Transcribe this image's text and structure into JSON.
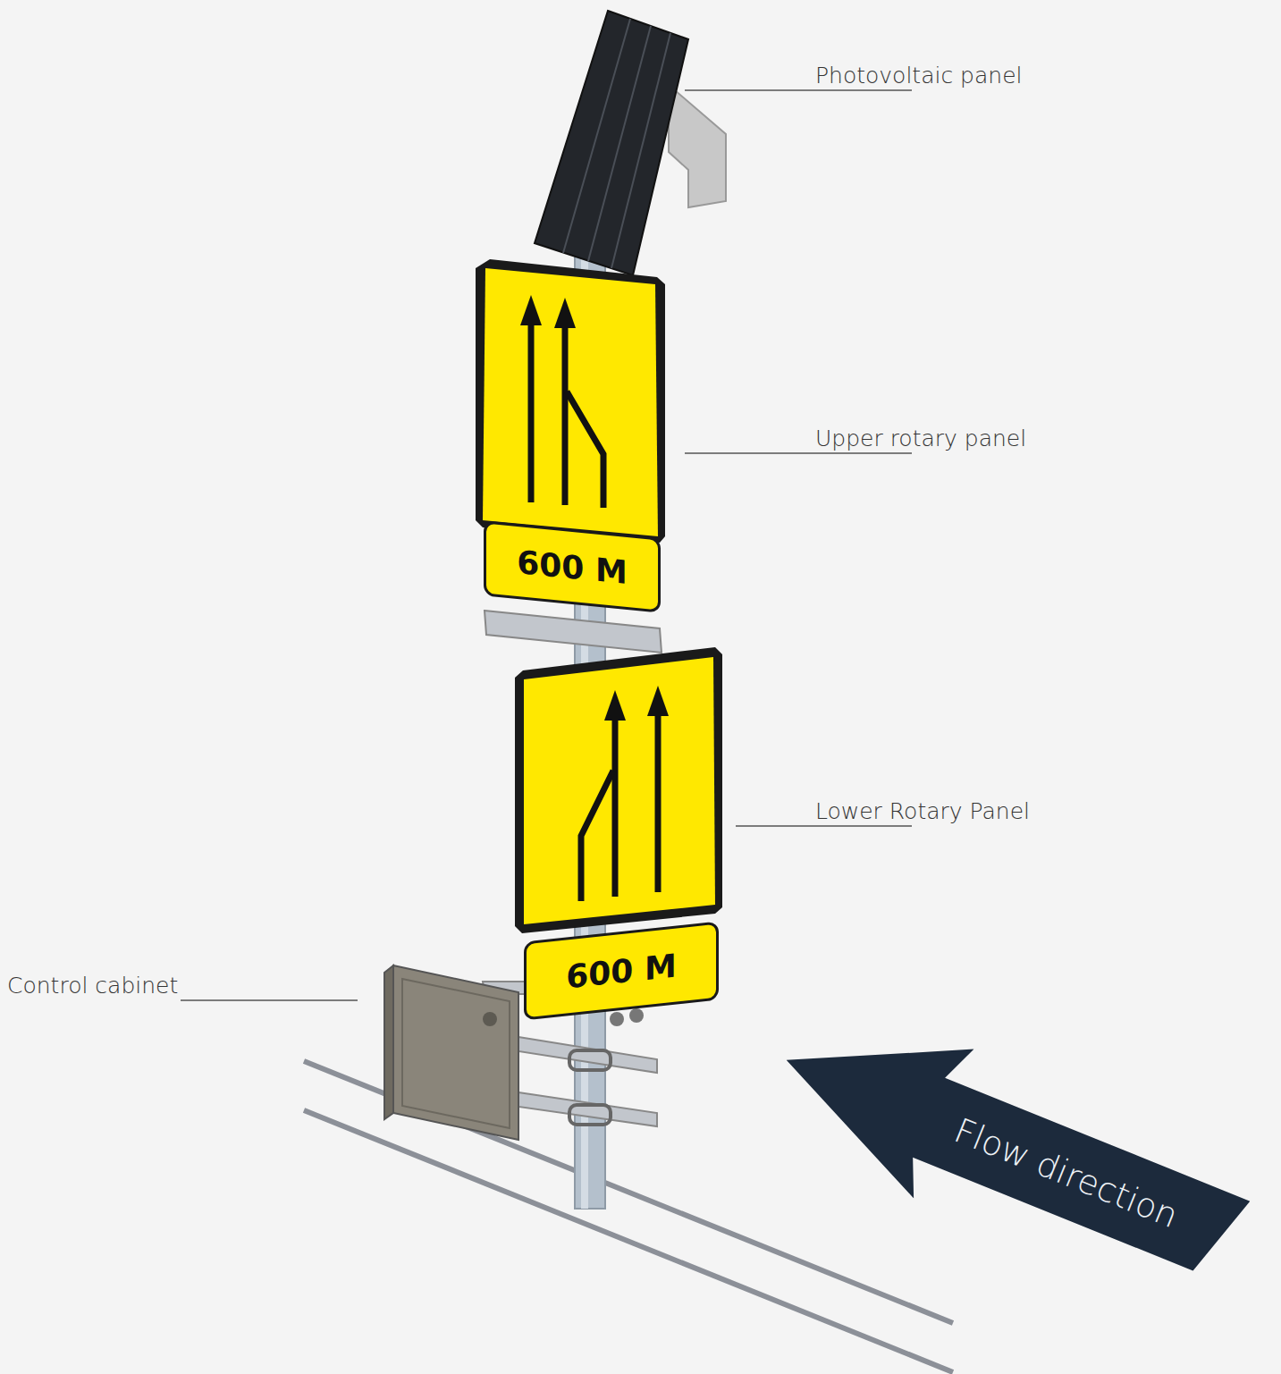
{
  "diagram": {
    "nodes": [
      {
        "text": [
          "600 M"
        ]
      },
      {
        "text": [
          "600 M"
        ]
      },
      {
        "text": [
          "Flow direction"
        ]
      }
    ],
    "edges": [],
    "labels": [
      "Photovoltaic panel",
      "Upper rotary panel",
      "Lower Rotary Panel",
      "Control cabinet"
    ]
  }
}
